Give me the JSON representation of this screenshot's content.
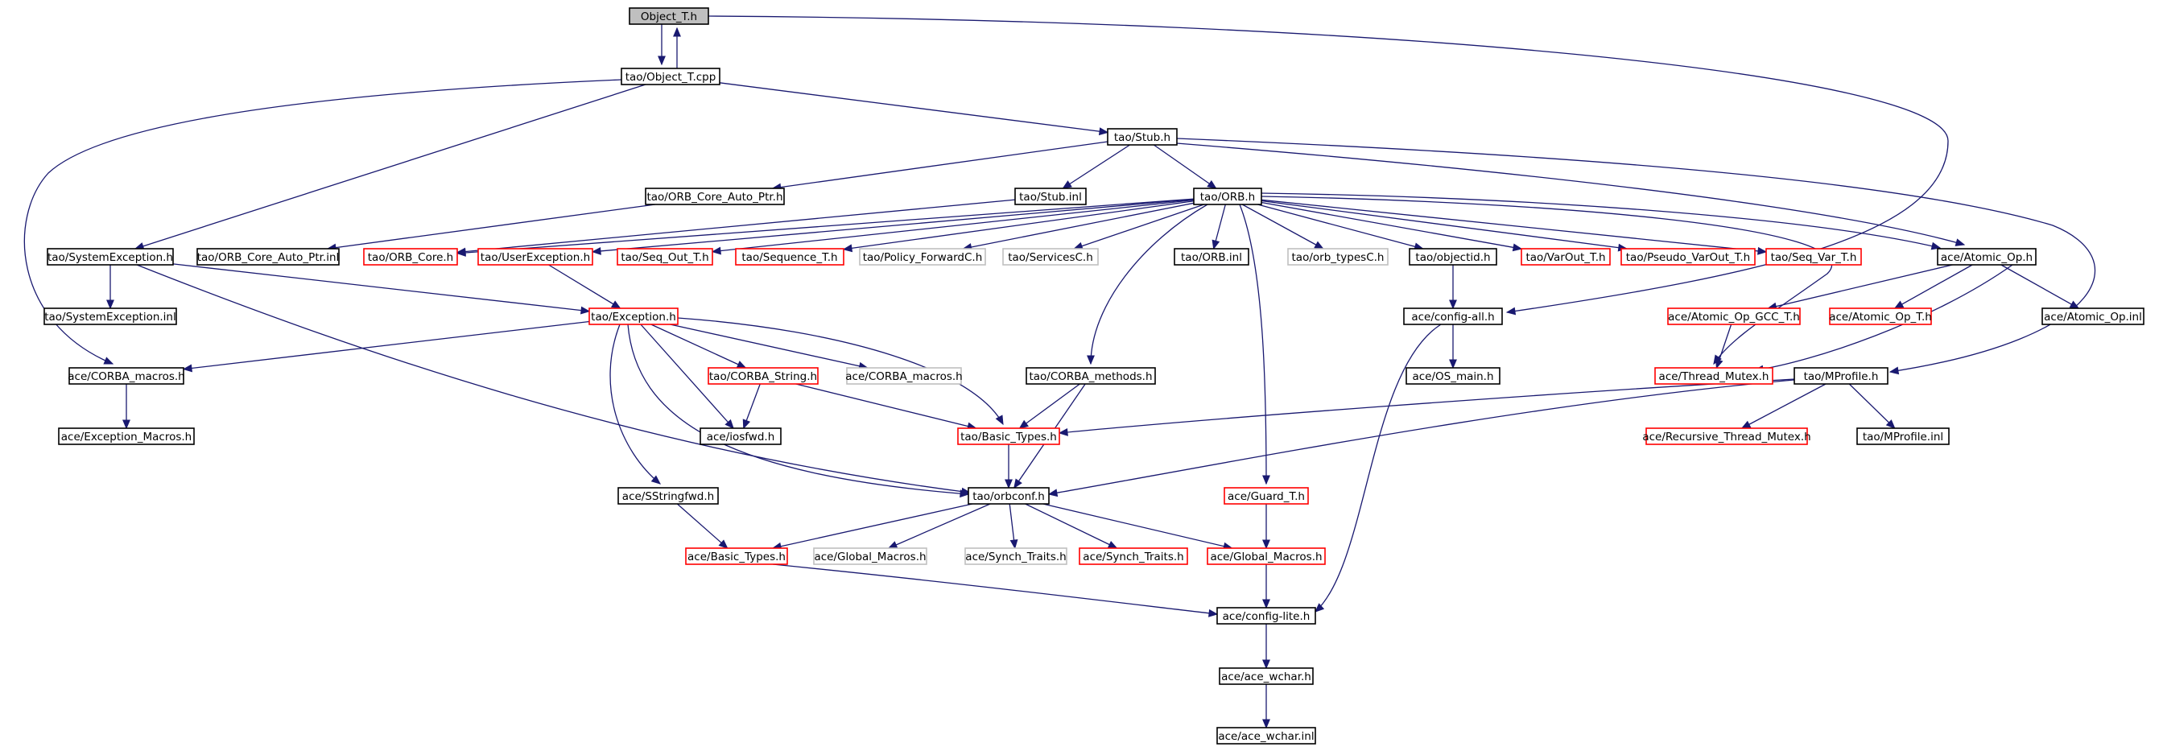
{
  "diagram": {
    "colors": {
      "edge": "#191970",
      "border_documented": "#000000",
      "border_has_more": "#ff0000",
      "border_undocumented": "#bfbfbf",
      "root_fill": "#bfbfbf"
    },
    "nodes": [
      {
        "id": "object_t_h",
        "label": "Object_T.h",
        "style": "root"
      },
      {
        "id": "object_t_cpp",
        "label": "tao/Object_T.cpp",
        "style": "black"
      },
      {
        "id": "stub_h",
        "label": "tao/Stub.h",
        "style": "black"
      },
      {
        "id": "orb_core_auto_ptr_h",
        "label": "tao/ORB_Core_Auto_Ptr.h",
        "style": "black"
      },
      {
        "id": "stub_inl",
        "label": "tao/Stub.inl",
        "style": "black"
      },
      {
        "id": "orb_h",
        "label": "tao/ORB.h",
        "style": "black"
      },
      {
        "id": "systemexception_h",
        "label": "tao/SystemException.h",
        "style": "black"
      },
      {
        "id": "orb_core_auto_ptr_inl",
        "label": "tao/ORB_Core_Auto_Ptr.inl",
        "style": "black"
      },
      {
        "id": "orb_core_h",
        "label": "tao/ORB_Core.h",
        "style": "red"
      },
      {
        "id": "userexception_h",
        "label": "tao/UserException.h",
        "style": "red"
      },
      {
        "id": "seq_out_t_h",
        "label": "tao/Seq_Out_T.h",
        "style": "red"
      },
      {
        "id": "sequence_t_h",
        "label": "tao/Sequence_T.h",
        "style": "red"
      },
      {
        "id": "policy_forwardc_h",
        "label": "tao/Policy_ForwardC.h",
        "style": "gray"
      },
      {
        "id": "servicesc_h",
        "label": "tao/ServicesC.h",
        "style": "gray"
      },
      {
        "id": "orb_inl",
        "label": "tao/ORB.inl",
        "style": "black"
      },
      {
        "id": "orb_typesc_h",
        "label": "tao/orb_typesC.h",
        "style": "gray"
      },
      {
        "id": "objectid_h",
        "label": "tao/objectid.h",
        "style": "black"
      },
      {
        "id": "varout_t_h",
        "label": "tao/VarOut_T.h",
        "style": "red"
      },
      {
        "id": "pseudo_varout_t_h",
        "label": "tao/Pseudo_VarOut_T.h",
        "style": "red"
      },
      {
        "id": "seq_var_t_h",
        "label": "tao/Seq_Var_T.h",
        "style": "red"
      },
      {
        "id": "atomic_op_h",
        "label": "ace/Atomic_Op.h",
        "style": "black"
      },
      {
        "id": "systemexception_inl",
        "label": "tao/SystemException.inl",
        "style": "black"
      },
      {
        "id": "exception_h",
        "label": "tao/Exception.h",
        "style": "red"
      },
      {
        "id": "config_all_h",
        "label": "ace/config-all.h",
        "style": "black"
      },
      {
        "id": "atomic_op_gcc_t_h",
        "label": "ace/Atomic_Op_GCC_T.h",
        "style": "red"
      },
      {
        "id": "atomic_op_t_h",
        "label": "ace/Atomic_Op_T.h",
        "style": "red"
      },
      {
        "id": "atomic_op_inl",
        "label": "ace/Atomic_Op.inl",
        "style": "black"
      },
      {
        "id": "ace_corba_macros_h",
        "label": "ace/CORBA_macros.h",
        "style": "black"
      },
      {
        "id": "corba_string_h",
        "label": "tao/CORBA_String.h",
        "style": "red"
      },
      {
        "id": "ace_corba_macros_h_gray",
        "label": "ace/CORBA_macros.h",
        "style": "gray"
      },
      {
        "id": "corba_methods_h",
        "label": "tao/CORBA_methods.h",
        "style": "black"
      },
      {
        "id": "os_main_h",
        "label": "ace/OS_main.h",
        "style": "black"
      },
      {
        "id": "thread_mutex_h",
        "label": "ace/Thread_Mutex.h",
        "style": "red"
      },
      {
        "id": "mprofile_h",
        "label": "tao/MProfile.h",
        "style": "black"
      },
      {
        "id": "exception_macros_h",
        "label": "ace/Exception_Macros.h",
        "style": "black"
      },
      {
        "id": "iosfwd_h",
        "label": "ace/iosfwd.h",
        "style": "black"
      },
      {
        "id": "tao_basic_types_h",
        "label": "tao/Basic_Types.h",
        "style": "red"
      },
      {
        "id": "recursive_thread_mutex_h",
        "label": "ace/Recursive_Thread_Mutex.h",
        "style": "red"
      },
      {
        "id": "mprofile_inl",
        "label": "tao/MProfile.inl",
        "style": "black"
      },
      {
        "id": "sstringfwd_h",
        "label": "ace/SStringfwd.h",
        "style": "black"
      },
      {
        "id": "orbconf_h",
        "label": "tao/orbconf.h",
        "style": "black"
      },
      {
        "id": "guard_t_h",
        "label": "ace/Guard_T.h",
        "style": "red"
      },
      {
        "id": "ace_basic_types_h",
        "label": "ace/Basic_Types.h",
        "style": "red"
      },
      {
        "id": "global_macros_h_gray",
        "label": "ace/Global_Macros.h",
        "style": "gray"
      },
      {
        "id": "synch_traits_h_gray",
        "label": "ace/Synch_Traits.h",
        "style": "gray"
      },
      {
        "id": "synch_traits_h",
        "label": "ace/Synch_Traits.h",
        "style": "red"
      },
      {
        "id": "global_macros_h",
        "label": "ace/Global_Macros.h",
        "style": "red"
      },
      {
        "id": "config_lite_h",
        "label": "ace/config-lite.h",
        "style": "black"
      },
      {
        "id": "ace_wchar_h",
        "label": "ace/ace_wchar.h",
        "style": "black"
      },
      {
        "id": "ace_wchar_inl",
        "label": "ace/ace_wchar.inl",
        "style": "black"
      }
    ],
    "edges": [
      [
        "object_t_h",
        "object_t_cpp"
      ],
      [
        "object_t_cpp",
        "object_t_h"
      ],
      [
        "object_t_h",
        "config_all_h"
      ],
      [
        "object_t_cpp",
        "stub_h"
      ],
      [
        "object_t_cpp",
        "systemexception_h"
      ],
      [
        "object_t_cpp",
        "ace_corba_macros_h"
      ],
      [
        "stub_h",
        "orb_core_auto_ptr_h"
      ],
      [
        "stub_h",
        "stub_inl"
      ],
      [
        "stub_h",
        "orb_h"
      ],
      [
        "stub_h",
        "atomic_op_h"
      ],
      [
        "stub_h",
        "mprofile_h"
      ],
      [
        "orb_core_auto_ptr_h",
        "orb_core_auto_ptr_inl"
      ],
      [
        "stub_inl",
        "orb_core_h"
      ],
      [
        "orb_h",
        "userexception_h"
      ],
      [
        "orb_h",
        "orb_core_h"
      ],
      [
        "orb_h",
        "seq_out_t_h"
      ],
      [
        "orb_h",
        "sequence_t_h"
      ],
      [
        "orb_h",
        "policy_forwardc_h"
      ],
      [
        "orb_h",
        "servicesc_h"
      ],
      [
        "orb_h",
        "orb_inl"
      ],
      [
        "orb_h",
        "orb_typesc_h"
      ],
      [
        "orb_h",
        "objectid_h"
      ],
      [
        "orb_h",
        "varout_t_h"
      ],
      [
        "orb_h",
        "pseudo_varout_t_h"
      ],
      [
        "orb_h",
        "seq_var_t_h"
      ],
      [
        "orb_h",
        "atomic_op_h"
      ],
      [
        "orb_h",
        "corba_methods_h"
      ],
      [
        "orb_h",
        "guard_t_h"
      ],
      [
        "orb_h",
        "thread_mutex_h"
      ],
      [
        "systemexception_h",
        "systemexception_inl"
      ],
      [
        "systemexception_h",
        "exception_h"
      ],
      [
        "systemexception_h",
        "orbconf_h"
      ],
      [
        "userexception_h",
        "exception_h"
      ],
      [
        "exception_h",
        "ace_corba_macros_h"
      ],
      [
        "exception_h",
        "corba_string_h"
      ],
      [
        "exception_h",
        "ace_corba_macros_h_gray"
      ],
      [
        "exception_h",
        "iosfwd_h"
      ],
      [
        "exception_h",
        "tao_basic_types_h"
      ],
      [
        "exception_h",
        "sstringfwd_h"
      ],
      [
        "exception_h",
        "orbconf_h"
      ],
      [
        "ace_corba_macros_h",
        "exception_macros_h"
      ],
      [
        "corba_string_h",
        "iosfwd_h"
      ],
      [
        "corba_string_h",
        "tao_basic_types_h"
      ],
      [
        "corba_methods_h",
        "tao_basic_types_h"
      ],
      [
        "corba_methods_h",
        "orbconf_h"
      ],
      [
        "tao_basic_types_h",
        "orbconf_h"
      ],
      [
        "objectid_h",
        "config_all_h"
      ],
      [
        "config_all_h",
        "os_main_h"
      ],
      [
        "config_all_h",
        "config_lite_h"
      ],
      [
        "atomic_op_h",
        "atomic_op_gcc_t_h"
      ],
      [
        "atomic_op_h",
        "atomic_op_t_h"
      ],
      [
        "atomic_op_h",
        "atomic_op_inl"
      ],
      [
        "atomic_op_h",
        "thread_mutex_h"
      ],
      [
        "atomic_op_gcc_t_h",
        "thread_mutex_h"
      ],
      [
        "mprofile_h",
        "tao_basic_types_h"
      ],
      [
        "mprofile_h",
        "recursive_thread_mutex_h"
      ],
      [
        "mprofile_h",
        "mprofile_inl"
      ],
      [
        "mprofile_h",
        "orbconf_h"
      ],
      [
        "sstringfwd_h",
        "ace_basic_types_h"
      ],
      [
        "orbconf_h",
        "ace_basic_types_h"
      ],
      [
        "orbconf_h",
        "global_macros_h_gray"
      ],
      [
        "orbconf_h",
        "synch_traits_h_gray"
      ],
      [
        "orbconf_h",
        "synch_traits_h"
      ],
      [
        "orbconf_h",
        "global_macros_h"
      ],
      [
        "guard_t_h",
        "global_macros_h"
      ],
      [
        "ace_basic_types_h",
        "config_lite_h"
      ],
      [
        "global_macros_h",
        "config_lite_h"
      ],
      [
        "config_lite_h",
        "ace_wchar_h"
      ],
      [
        "ace_wchar_h",
        "ace_wchar_inl"
      ]
    ]
  }
}
